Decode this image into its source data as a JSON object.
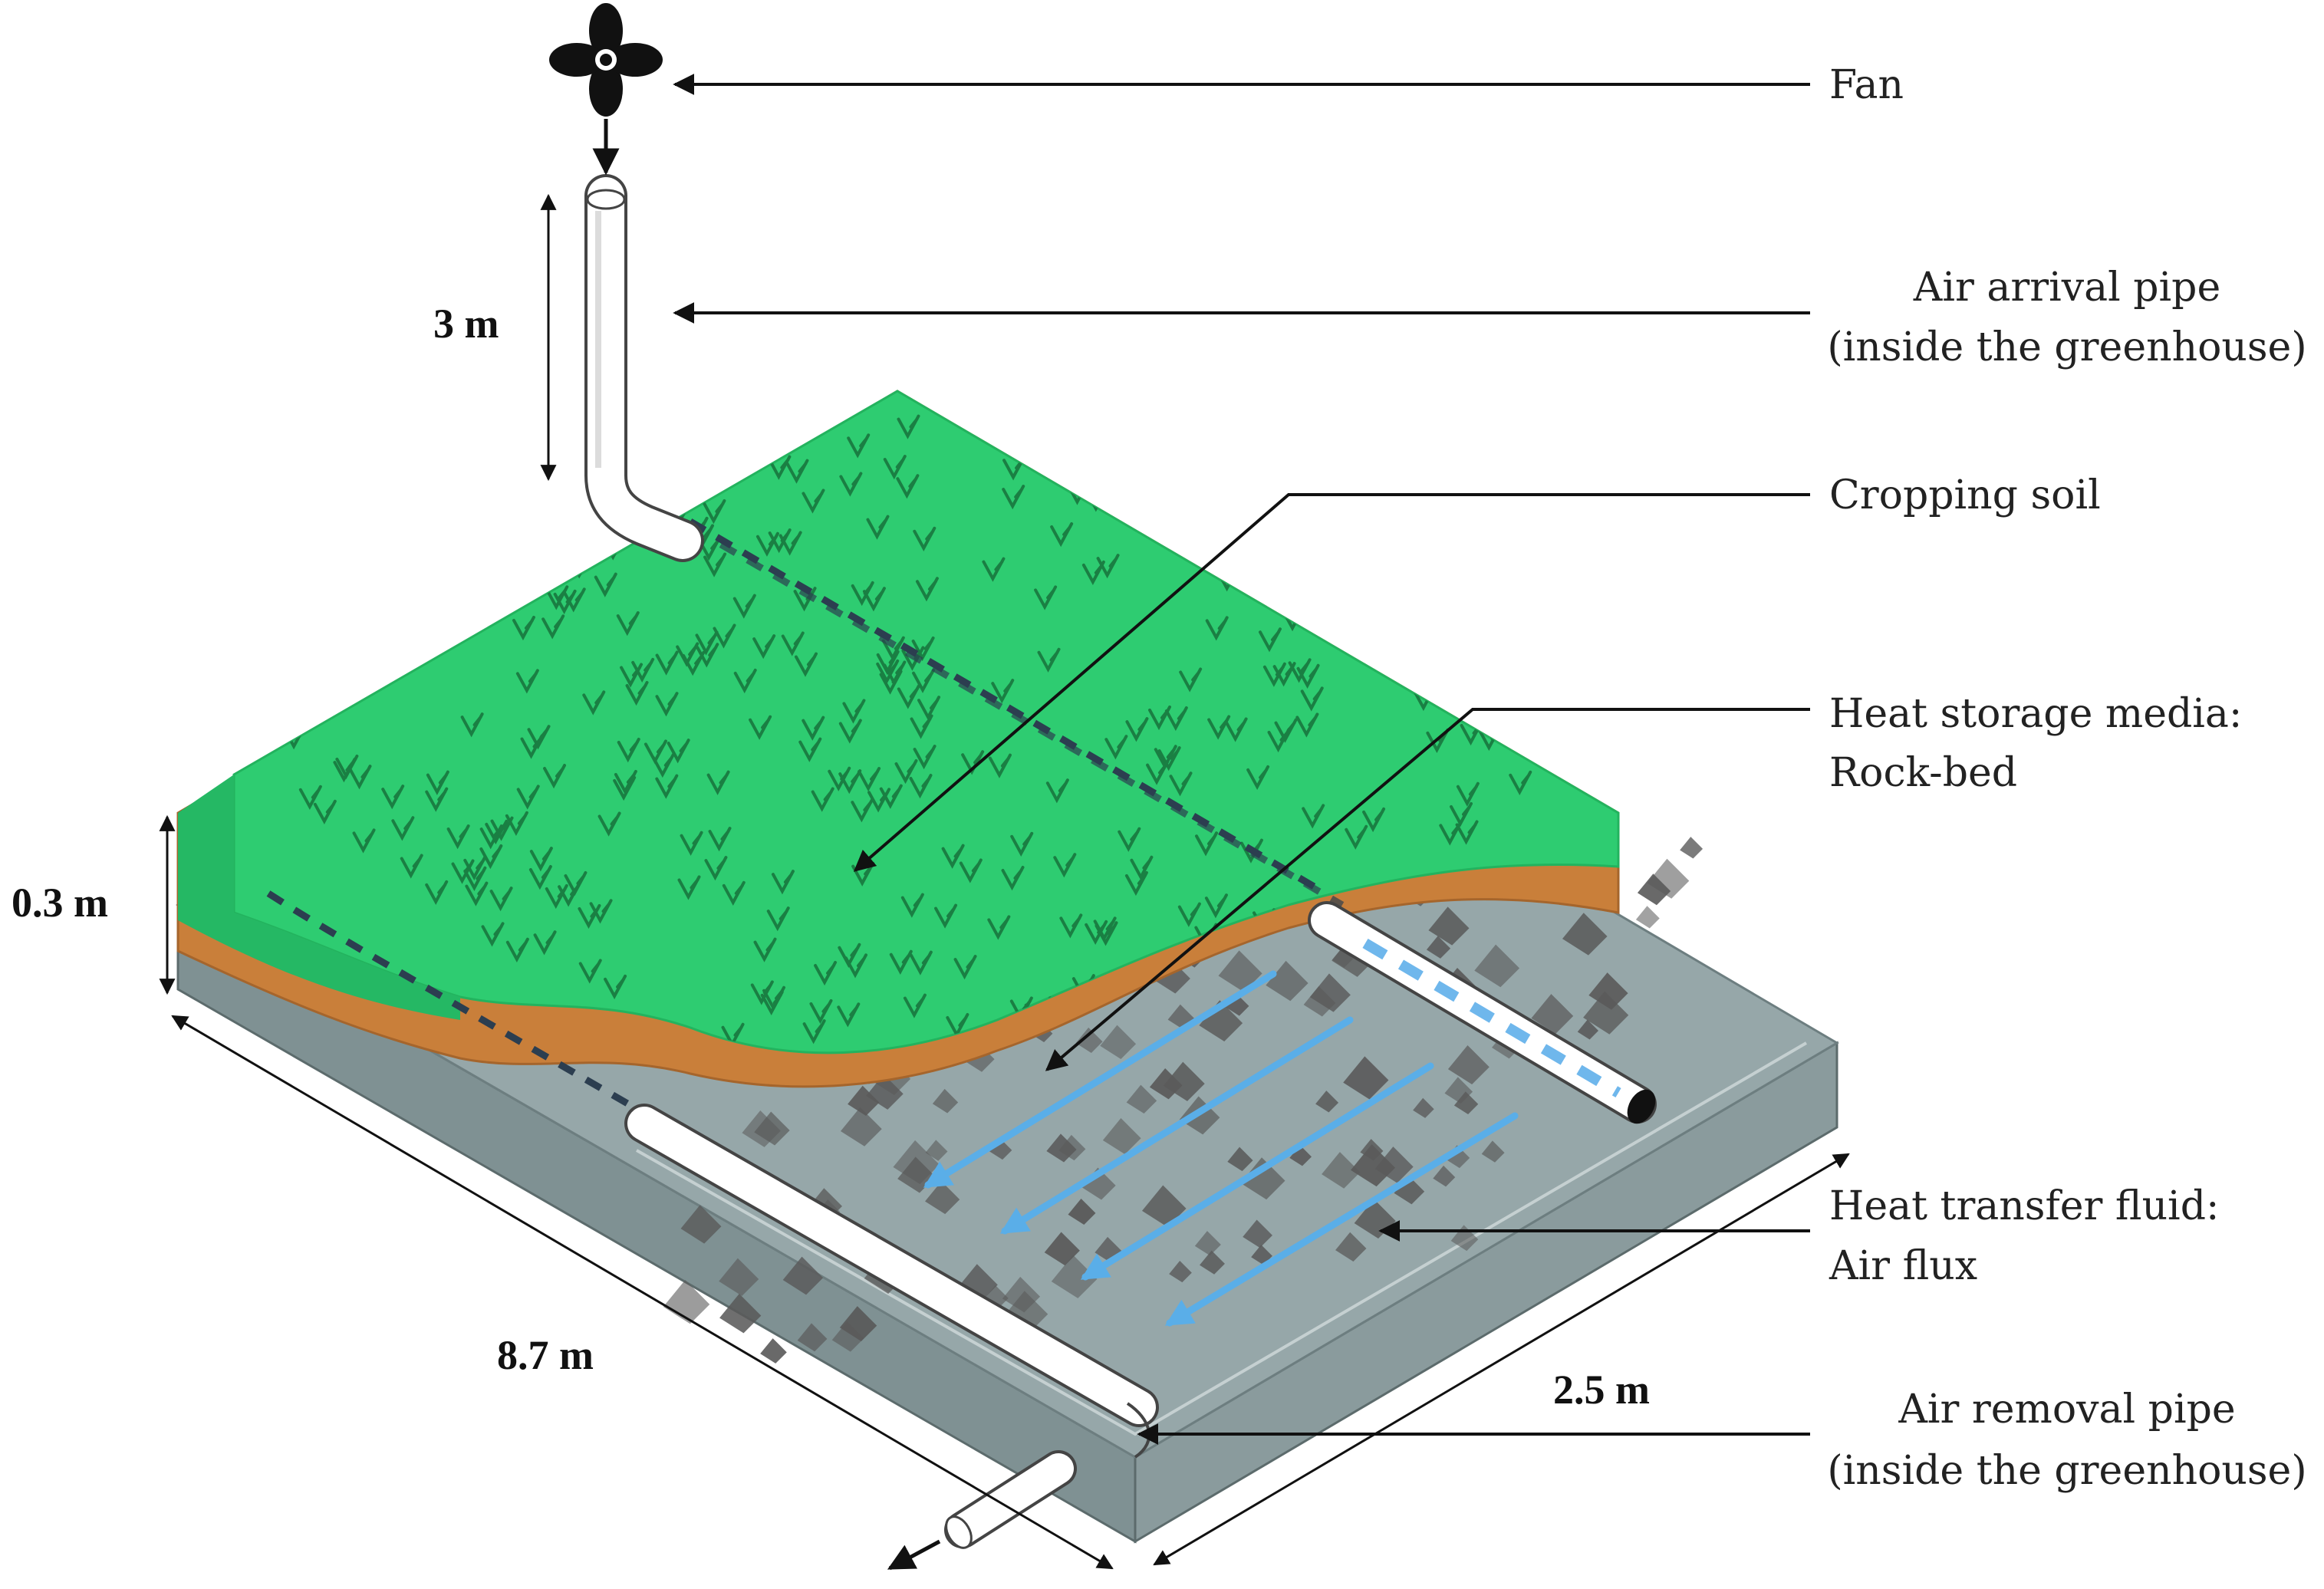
{
  "labels": {
    "fan": "Fan",
    "air_arrival_1": "Air arrival pipe",
    "air_arrival_2": "(inside the greenhouse)",
    "cropping_soil": "Cropping soil",
    "heat_storage_1": "Heat storage media:",
    "heat_storage_2": "Rock-bed",
    "heat_transfer_1": "Heat transfer fluid:",
    "heat_transfer_2": "Air flux",
    "air_removal_1": "Air removal pipe",
    "air_removal_2": "(inside the greenhouse)"
  },
  "dimensions": {
    "pipe_height": "3 m",
    "depth": "0.3 m",
    "length": "8.7 m",
    "width": "2.5 m"
  },
  "colors": {
    "grass": "#2ecc71",
    "grass_dark": "#23b35e",
    "soil": "#c97f3a",
    "rock_bed": "#93a4a6",
    "rock_bed_side": "#7f9193",
    "rock": "#555555",
    "air_flow": "#5aaee8",
    "pipe": "#ffffff"
  }
}
